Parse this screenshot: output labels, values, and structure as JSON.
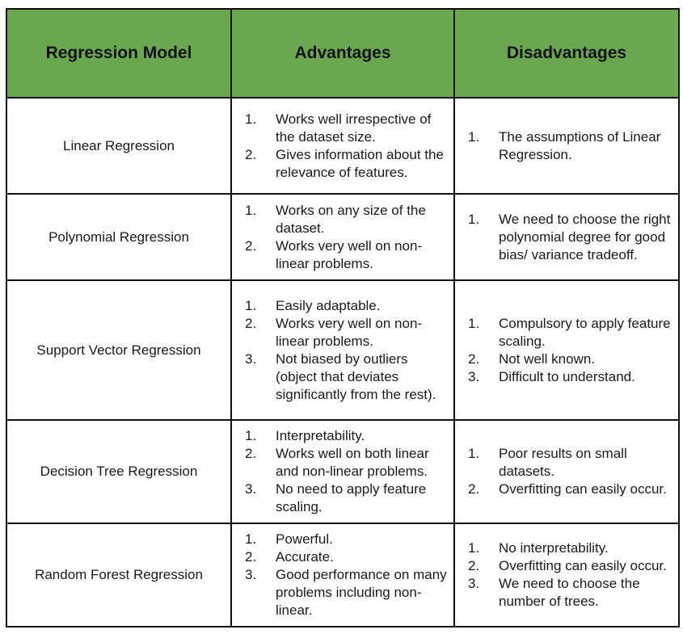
{
  "table": {
    "headers": [
      "Regression Model",
      "Advantages",
      "Disadvantages"
    ],
    "header_color": "#6aa84f",
    "rows": [
      {
        "model": "Linear Regression",
        "advantages": [
          "Works well irrespective of the dataset size.",
          "Gives information about the relevance of features."
        ],
        "disadvantages": [
          "The assumptions of Linear Regression."
        ]
      },
      {
        "model": "Polynomial Regression",
        "advantages": [
          "Works on any size of the dataset.",
          "Works very well on non-linear problems."
        ],
        "disadvantages": [
          "We need to choose the right polynomial degree for good bias/ variance tradeoff."
        ]
      },
      {
        "model": "Support Vector Regression",
        "advantages": [
          "Easily adaptable.",
          "Works very well on non-linear problems.",
          "Not biased by outliers (object that deviates significantly from the rest)."
        ],
        "disadvantages": [
          "Compulsory to apply feature scaling.",
          "Not well known.",
          "Difficult to understand."
        ]
      },
      {
        "model": "Decision Tree Regression",
        "advantages": [
          "Interpretability.",
          "Works well on both linear and non-linear problems.",
          "No need to apply feature scaling."
        ],
        "disadvantages": [
          "Poor results on small datasets.",
          "Overfitting can easily occur."
        ]
      },
      {
        "model": "Random Forest Regression",
        "advantages": [
          "Powerful.",
          "Accurate.",
          "Good performance on many problems including non-linear."
        ],
        "disadvantages": [
          "No interpretability.",
          "Overfitting can easily occur.",
          "We need to choose the number of trees."
        ]
      }
    ]
  }
}
